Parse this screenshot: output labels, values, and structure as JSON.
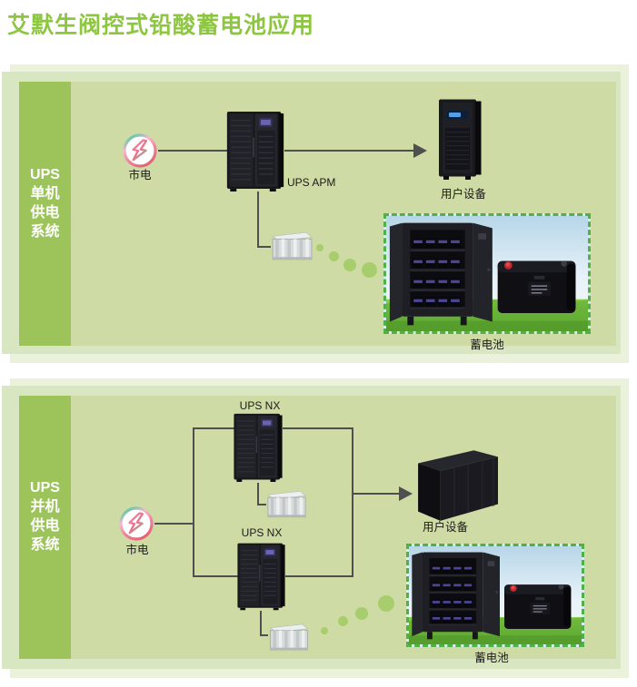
{
  "page": {
    "title": "艾默生阀控式铅酸蓄电池应用"
  },
  "colors": {
    "title_green": "#8dc63f",
    "panel_back": "#eaf2dc",
    "panel_frame": "#d9e6c2",
    "panel_content": "#cedba4",
    "side_label_bg": "#9cc45a",
    "connector_gray": "#4f4f4f",
    "dot_green": "#a8cd6c",
    "photo_dashed_border": "#50b246"
  },
  "panel_single": {
    "side_label_lines": [
      "UPS",
      "单机",
      "供电",
      "系统"
    ],
    "mains_label": "市电",
    "ups_label": "UPS APM",
    "user_equipment_label": "用户设备",
    "battery_label": "蓄电池"
  },
  "panel_parallel": {
    "side_label_lines": [
      "UPS",
      "并机",
      "供电",
      "系统"
    ],
    "mains_label": "市电",
    "ups1_label": "UPS NX",
    "ups2_label": "UPS NX",
    "user_equipment_label": "用户设备",
    "battery_label": "蓄电池"
  }
}
